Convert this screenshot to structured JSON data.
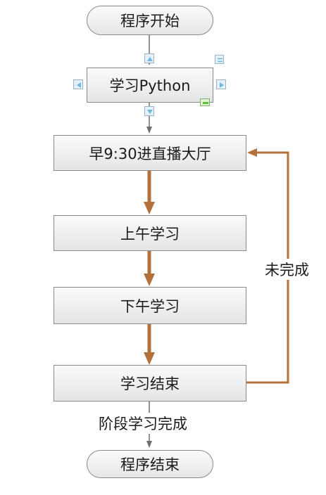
{
  "nodes": {
    "start": "程序开始",
    "learn_python": "学习Python",
    "live_room": "早9:30进直播大厅",
    "morning": "上午学习",
    "afternoon": "下午学习",
    "study_end": "学习结束",
    "end": "程序结束"
  },
  "edges": {
    "not_done": "未完成",
    "stage_done": "阶段学习完成"
  },
  "colors": {
    "flow_accent": "#b4703a",
    "connector": "#6f6f6f",
    "handle_blue": "#6fb7e3",
    "handle_green": "#5fbf3f"
  }
}
